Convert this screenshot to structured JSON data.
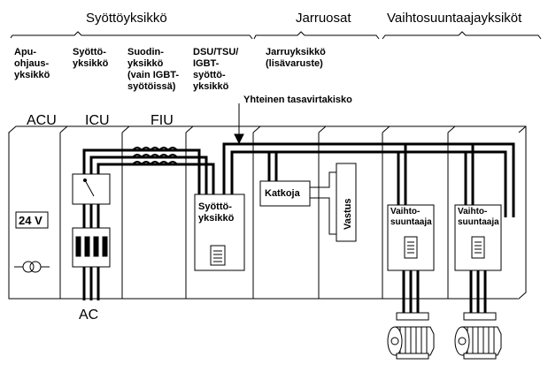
{
  "sections": {
    "supply": "Syöttöyksikkö",
    "brake": "Jarruosat",
    "inverter": "Vaihtosuuntaajayksiköt"
  },
  "descriptions": {
    "aux": "Apu-\nohjaus-\nyksikkö",
    "incoming": "Syöttö-\nyksikkö",
    "filter": "Suodin-\nyksikkö\n(vain IGBT-\nsyötöissä)",
    "dsu": "DSU/TSU/\nIGBT-\nsyöttö-\nyksikkö",
    "brake": "Jarruyksikkö\n(lisävaruste)",
    "dc_bus": "Yhteinen tasavirtakisko"
  },
  "unit_labels": {
    "acu": "ACU",
    "icu": "ICU",
    "fiu": "FIU",
    "ac": "AC"
  },
  "blocks": {
    "voltage": "24 V",
    "supply_unit": "Syöttö-\nyksikkö",
    "chopper": "Katkoja",
    "resistor": "Vastus",
    "inverter1": "Vaihto-\nsuuntaaja",
    "inverter2": "Vaihto-\nsuuntaaja"
  }
}
